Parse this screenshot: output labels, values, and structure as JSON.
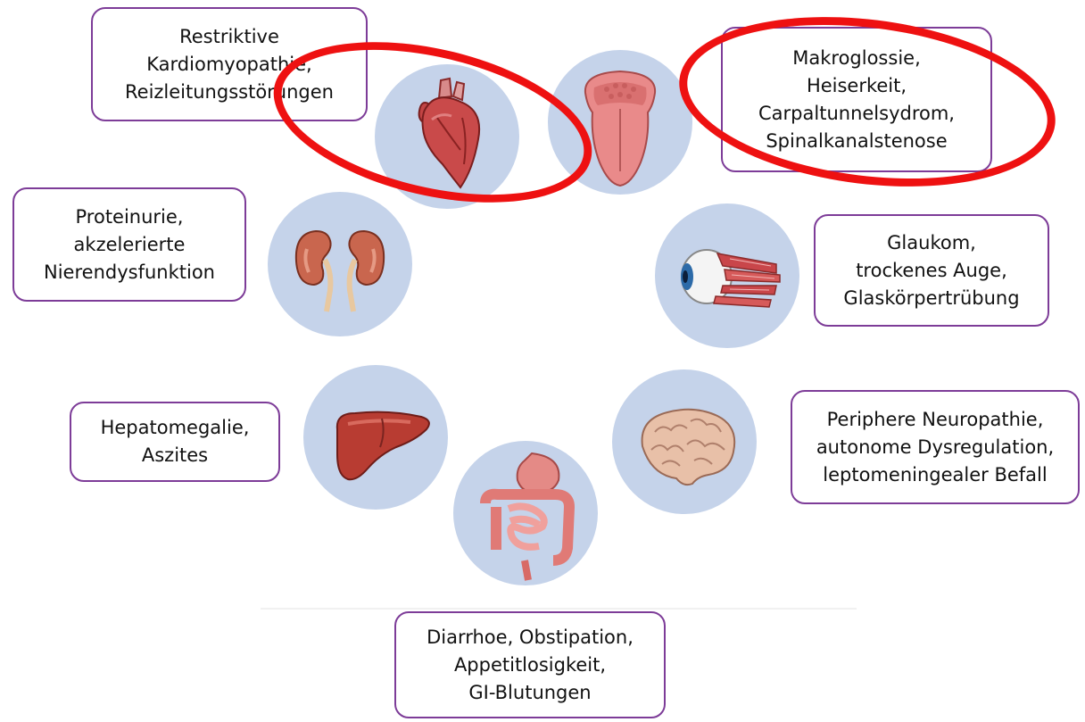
{
  "organs": [
    {
      "id": "heart",
      "icon": "heart-icon",
      "lines": [
        "Restriktive",
        "Kardiomyopathie,",
        "Reizleitungsstörungen"
      ],
      "highlighted": true
    },
    {
      "id": "tongue",
      "icon": "tongue-icon",
      "lines": [
        "Makroglossie,",
        "Heiserkeit,",
        "Carpaltunnelsydrom,",
        "Spinalkanalstenose"
      ],
      "highlighted": true
    },
    {
      "id": "kidney",
      "icon": "kidney-icon",
      "lines": [
        "Proteinurie,",
        "akzelerierte",
        "Nierendysfunktion"
      ],
      "highlighted": false
    },
    {
      "id": "eye",
      "icon": "eye-icon",
      "lines": [
        "Glaukom,",
        "trockenes Auge,",
        "Glaskörpertrübung"
      ],
      "highlighted": false
    },
    {
      "id": "liver",
      "icon": "liver-icon",
      "lines": [
        "Hepatomegalie,",
        "Aszites"
      ],
      "highlighted": false
    },
    {
      "id": "brain",
      "icon": "brain-icon",
      "lines": [
        "Periphere Neuropathie,",
        "autonome Dysregulation,",
        "leptomeningealer Befall"
      ],
      "highlighted": false
    },
    {
      "id": "gi",
      "icon": "intestine-icon",
      "lines": [
        "Diarrhoe, Obstipation,",
        "Appetitlosigkeit,",
        "GI-Blutungen"
      ],
      "highlighted": false
    }
  ],
  "colors": {
    "circle_fill": "#c5d3ea",
    "box_border": "#7d3c98",
    "highlight_ring": "#ee1111",
    "organ_red": "#c94a4a",
    "tongue_pink": "#e98a8a",
    "liver_red": "#b83c32"
  }
}
